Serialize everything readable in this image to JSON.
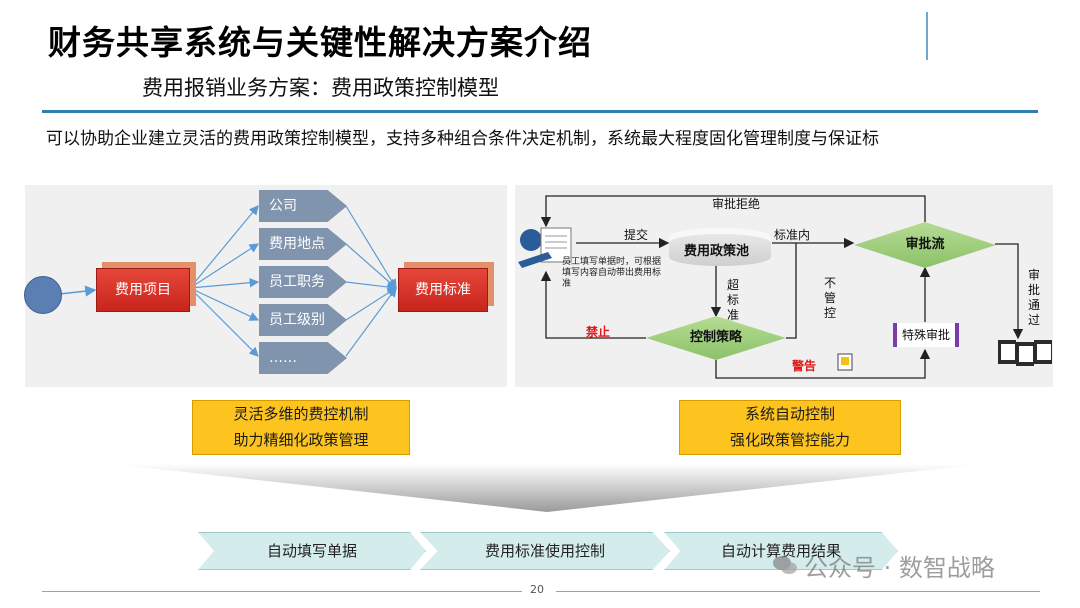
{
  "header": {
    "title": "财务共享系统与关键性解决方案介绍",
    "subtitle": "费用报销业务方案：费用政策控制模型"
  },
  "intro": "可以协助企业建立灵活的费用政策控制模型，支持多种组合条件决定机制，系统最大程度固化管理制度与保证标",
  "left_diagram": {
    "source_box": "费用项目",
    "conditions": [
      "公司",
      "费用地点",
      "员工职务",
      "员工级别",
      "……"
    ],
    "target_box": "费用标准",
    "caption_line1": "灵活多维的费控机制",
    "caption_line2": "助力精细化政策管理"
  },
  "right_diagram": {
    "reject_label": "审批拒绝",
    "submit_label": "提交",
    "policy_pool": "费用政策池",
    "within_standard": "标准内",
    "approval_flow": "审批流",
    "employee_note": "员工填写单据时，可根据填写内容自动带出费用标准",
    "exceed_standard": "超标准",
    "no_control": "不管控",
    "control_strategy": "控制策略",
    "forbid_label": "禁止",
    "warn_label": "警告",
    "special_approval": "特殊审批",
    "approved_label": "审批通过",
    "caption_line1": "系统自动控制",
    "caption_line2": "强化政策管控能力"
  },
  "steps": [
    "自动填写单据",
    "费用标准使用控制",
    "自动计算费用结果"
  ],
  "footer": {
    "page_number": "20",
    "watermark": "公众号 · 数智战略"
  },
  "colors": {
    "accent_blue": "#2e7fb0",
    "red_box": "#d9342a",
    "arrow_box": "#8094ae",
    "caption_yellow": "#fdc420",
    "diamond_green": "#9ccc7a"
  }
}
